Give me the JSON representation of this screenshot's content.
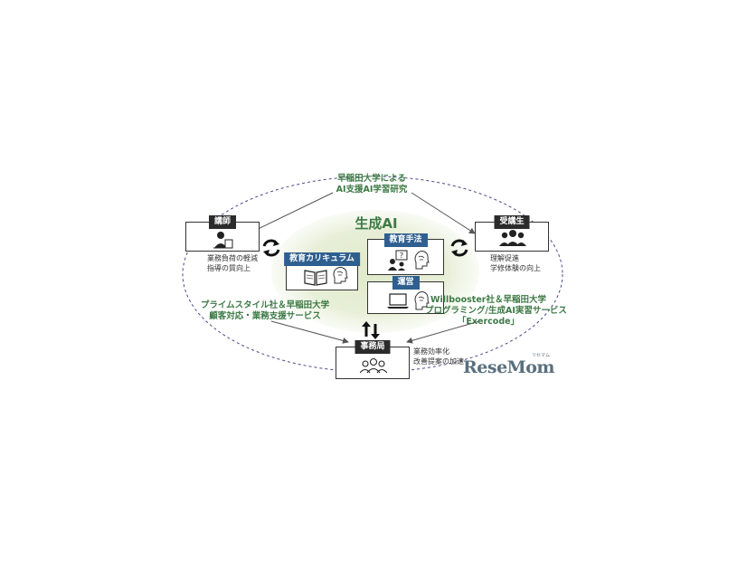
{
  "center": {
    "title": "生成AI"
  },
  "top_label": {
    "line1": "早稲田大学による",
    "line2": "AI支援AI学習研究"
  },
  "left_label": {
    "line1": "プライムスタイル社＆早稲田大学",
    "line2": "顧客対応・業務支援サービス"
  },
  "right_label": {
    "line1": "Willbooster社＆早稲田大学",
    "line2": "プログラミング/生成AI実習サービス",
    "line3": "「Exercode」"
  },
  "lecturer": {
    "label": "講師",
    "note1": "業務負荷の軽減",
    "note2": "指導の質向上"
  },
  "student": {
    "label": "受講生",
    "note1": "理解促進",
    "note2": "学修体験の向上"
  },
  "office": {
    "label": "事務局",
    "note1": "業務効率化",
    "note2": "改善提案の加速"
  },
  "curriculum": {
    "label": "教育カリキュラム"
  },
  "method": {
    "label": "教育手法"
  },
  "operation": {
    "label": "運営"
  },
  "logo": {
    "text": "ReseMom",
    "ruby": "リセマム"
  },
  "colors": {
    "green": "#3d7a45",
    "blue_tag": "#2f5f8f",
    "dark_tag": "#2b2b2b",
    "center_fill": "#e8efd8",
    "ellipse": "#4a4a8a",
    "logo": "#5a6f7d"
  }
}
